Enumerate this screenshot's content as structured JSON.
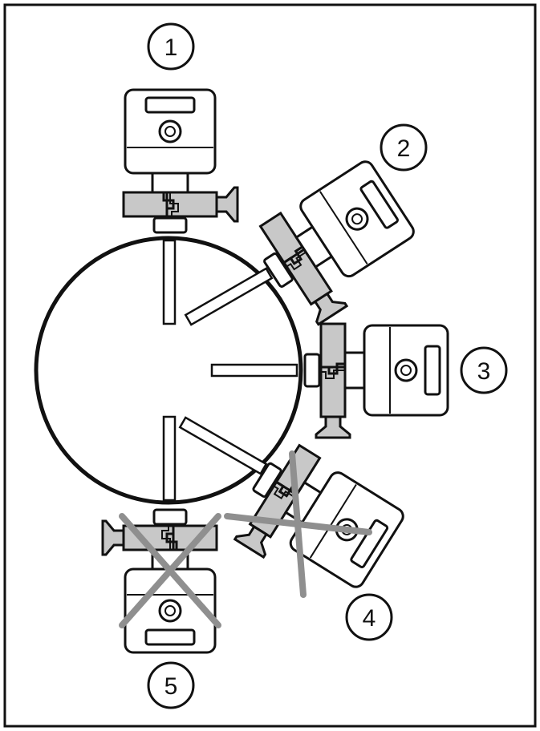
{
  "figure": {
    "positions": [
      {
        "label": "1",
        "allowed": true
      },
      {
        "label": "2",
        "allowed": true
      },
      {
        "label": "3",
        "allowed": true
      },
      {
        "label": "4",
        "allowed": false
      },
      {
        "label": "5",
        "allowed": false
      }
    ]
  },
  "colors": {
    "outline": "#111111",
    "clamp_fill": "#c8c8c8",
    "cross_mark": "#8f8f8f",
    "sensor_fill": "#ffffff",
    "background": "#ffffff"
  },
  "icons": {
    "cross": "cross-out-mark",
    "sensor": "flow-sensor-icon"
  }
}
